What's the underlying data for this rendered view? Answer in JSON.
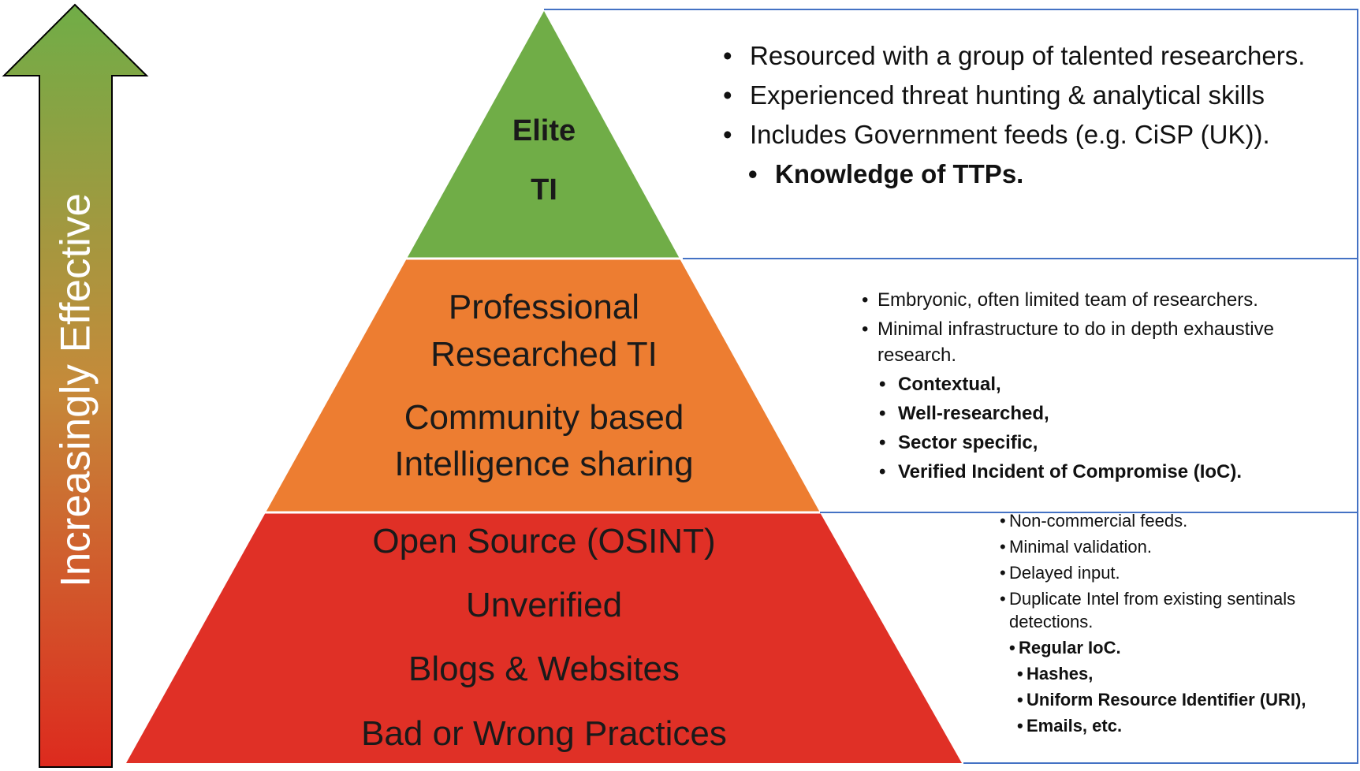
{
  "arrow": {
    "label": "Increasingly Effective",
    "colors": {
      "top": "#70ad47",
      "middle": "#c58a3a",
      "bottom": "#dd2a1e",
      "text": "#ffffff"
    }
  },
  "pyramid": {
    "colors": {
      "top": "#70ad47",
      "middle": "#ed7d31",
      "bottom": "#e03026",
      "divider": "#ffffff",
      "text": "#1a1a1a"
    },
    "top": {
      "lines": [
        "Elite",
        "TI"
      ]
    },
    "middle": {
      "lines": [
        "Professional",
        "Researched TI",
        "Community based",
        "Intelligence sharing"
      ]
    },
    "bottom": {
      "lines": [
        "Open Source (OSINT)",
        "Unverified",
        "Blogs & Websites",
        "Bad or Wrong Practices"
      ]
    }
  },
  "frame": {
    "color": "#4472c4"
  },
  "descriptions": {
    "top": {
      "items": [
        "Resourced with a group of talented researchers.",
        "Experienced threat hunting & analytical skills",
        "Includes Government feeds (e.g.  CiSP (UK)).",
        "Knowledge of TTPs."
      ]
    },
    "middle": {
      "items": [
        "Embryonic, often limited team of researchers.",
        "Minimal infrastructure to do in depth exhaustive research.",
        "Contextual,",
        "Well-researched,",
        "Sector specific,",
        "Verified Incident of Compromise (IoC)."
      ]
    },
    "bottom": {
      "items": [
        "Non-commercial feeds.",
        "Minimal validation.",
        "Delayed input.",
        "Duplicate Intel from existing sentinals detections.",
        "Regular IoC.",
        "Hashes,",
        "Uniform Resource Identifier (URI),",
        "Emails, etc."
      ]
    }
  }
}
